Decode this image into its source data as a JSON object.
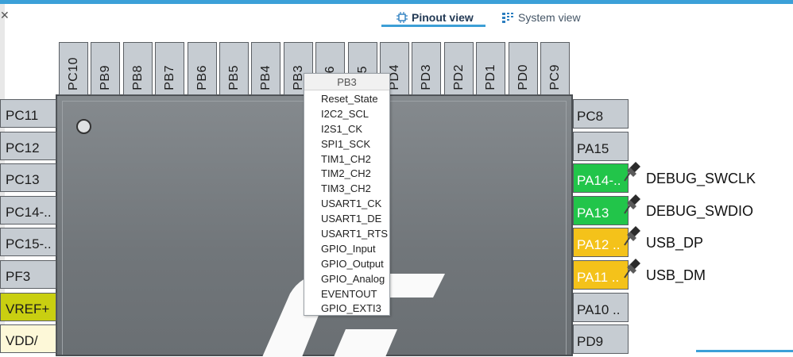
{
  "tabs": [
    {
      "label": "Pinout view",
      "icon": "chip-icon",
      "active": true
    },
    {
      "label": "System view",
      "icon": "grid-icon",
      "active": false
    }
  ],
  "top_pins": [
    "PC10",
    "PB9",
    "PB8",
    "PB7",
    "PB6",
    "PB5",
    "PB4",
    "PB3",
    "PA6",
    "PA5",
    "PD4",
    "PD3",
    "PD2",
    "PD1",
    "PD0",
    "PC9"
  ],
  "left_pins": [
    {
      "label": "PC11",
      "state": "default"
    },
    {
      "label": "PC12",
      "state": "default"
    },
    {
      "label": "PC13",
      "state": "default"
    },
    {
      "label": "PC14-..",
      "state": "default"
    },
    {
      "label": "PC15-..",
      "state": "default"
    },
    {
      "label": "PF3",
      "state": "default"
    },
    {
      "label": "VREF+",
      "state": "power"
    },
    {
      "label": "VDD/",
      "state": "supply"
    }
  ],
  "right_pins": [
    {
      "label": "PC8",
      "state": "default",
      "signal": ""
    },
    {
      "label": "PA15",
      "state": "default",
      "signal": ""
    },
    {
      "label": "PA14-..",
      "state": "assigned",
      "signal": "DEBUG_SWCLK"
    },
    {
      "label": "PA13",
      "state": "assigned",
      "signal": "DEBUG_SWDIO"
    },
    {
      "label": "PA12 ..",
      "state": "warning",
      "signal": "USB_DP"
    },
    {
      "label": "PA11 ..",
      "state": "warning",
      "signal": "USB_DM"
    },
    {
      "label": "PA10 ..",
      "state": "default",
      "signal": ""
    },
    {
      "label": "PD9",
      "state": "default",
      "signal": ""
    }
  ],
  "popup": {
    "title": "PB3",
    "items": [
      "Reset_State",
      "I2C2_SCL",
      "I2S1_CK",
      "SPI1_SCK",
      "TIM1_CH2",
      "TIM2_CH2",
      "TIM3_CH2",
      "USART1_CK",
      "USART1_DE",
      "USART1_RTS",
      "GPIO_Input",
      "GPIO_Output",
      "GPIO_Analog",
      "EVENTOUT",
      "GPIO_EXTI3"
    ]
  },
  "colors": {
    "accent": "#3ba0d8",
    "pin_default": "#c6ccd2",
    "pin_assigned": "#22c54a",
    "pin_warning": "#f4c21a",
    "pin_power": "#c9cf11",
    "chip_body": "#7b8084"
  }
}
